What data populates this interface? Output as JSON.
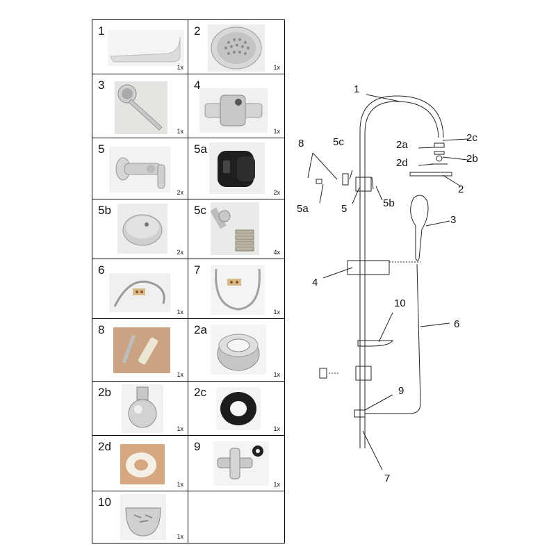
{
  "parts": [
    {
      "num": "1",
      "qty": "1x"
    },
    {
      "num": "2",
      "qty": "1x"
    },
    {
      "num": "3",
      "qty": "1x"
    },
    {
      "num": "4",
      "qty": "1x"
    },
    {
      "num": "5",
      "qty": "2x"
    },
    {
      "num": "5a",
      "qty": "2x"
    },
    {
      "num": "5b",
      "qty": "2x"
    },
    {
      "num": "5c",
      "qty": "4x"
    },
    {
      "num": "6",
      "qty": "1x"
    },
    {
      "num": "7",
      "qty": "1x"
    },
    {
      "num": "8",
      "qty": "1x"
    },
    {
      "num": "2a",
      "qty": "1x"
    },
    {
      "num": "2b",
      "qty": "1x"
    },
    {
      "num": "2c",
      "qty": "1x"
    },
    {
      "num": "2d",
      "qty": "1x"
    },
    {
      "num": "9",
      "qty": "1x"
    },
    {
      "num": "10",
      "qty": "1x"
    }
  ],
  "diagram_labels": {
    "l1": "1",
    "l2": "2",
    "l2a": "2a",
    "l2b": "2b",
    "l2c": "2c",
    "l2d": "2d",
    "l3": "3",
    "l4": "4",
    "l5": "5",
    "l5a": "5a",
    "l5b": "5b",
    "l5c": "5c",
    "l6": "6",
    "l7": "7",
    "l8": "8",
    "l9": "9",
    "l10": "10"
  }
}
